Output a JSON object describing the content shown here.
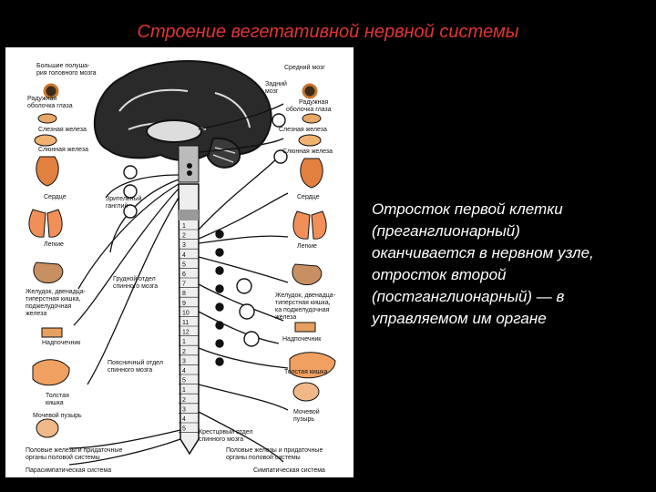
{
  "slide": {
    "title": "Строение вегетативной нервной системы",
    "caption_lines": [
      "Отросток первой клетки",
      "(преганглионарный)",
      "оканчивается в нервном узле,",
      "отросток второй",
      "(постганглионарный) — в",
      "управляемом им органе"
    ]
  },
  "diagram": {
    "left_labels": {
      "hemispheres": [
        "Большие полуша-",
        "рия головного мозга"
      ],
      "iris": [
        "Радужная",
        "оболочка глаза"
      ],
      "lacrimal": "Слезная железа",
      "salivary": "Слюнная железа",
      "heart": "Сердце",
      "ciliary": [
        "Зрительный",
        "ганглий"
      ],
      "lungs": "Легкие",
      "stomach": [
        "Желудок, двенадца-",
        "типерстная кишка,",
        "поджелудочная",
        "железа"
      ],
      "thoracic": [
        "Грудной отдел",
        "спинного мозга"
      ],
      "adrenal": "Надпочечник",
      "lumbar": [
        "Поясничный отдел",
        "спинного мозга"
      ],
      "colon": [
        "Толстая",
        "кишка"
      ],
      "bladder": [
        "Мочевой пузырь"
      ],
      "genitals": [
        "Половые железы и придаточные",
        "органы половой системы"
      ],
      "system": "Парасимпатическая система"
    },
    "right_labels": {
      "midbrain": "Средний мозг",
      "hindbrain": [
        "Задний",
        "мозг"
      ],
      "iris": [
        "Радужная",
        "оболочка глаза"
      ],
      "lacrimal": "Слезная железа",
      "salivary": "Слюнная железа",
      "heart": "Сердце",
      "lungs": "Легкие",
      "stomach": [
        "Желудок, двенадца-",
        "типерстная кишка,",
        "ка поджелудочная",
        "железа"
      ],
      "adrenal": "Надпочечник",
      "colon": "Толстая кишка",
      "bladder": [
        "Мочевой",
        "пузырь"
      ],
      "sacral": [
        "Крестцовый отдел",
        "спинного мозга"
      ],
      "genitals": [
        "Половые железы и придаточные",
        "органы половой системы"
      ],
      "system": "Симпатическая система"
    },
    "spine_numbers": [
      "1",
      "2",
      "3",
      "4",
      "5",
      "6",
      "7",
      "8",
      "9",
      "10",
      "11",
      "12",
      "1",
      "2",
      "3",
      "4",
      "5",
      "1",
      "2",
      "3",
      "4",
      "5"
    ]
  }
}
